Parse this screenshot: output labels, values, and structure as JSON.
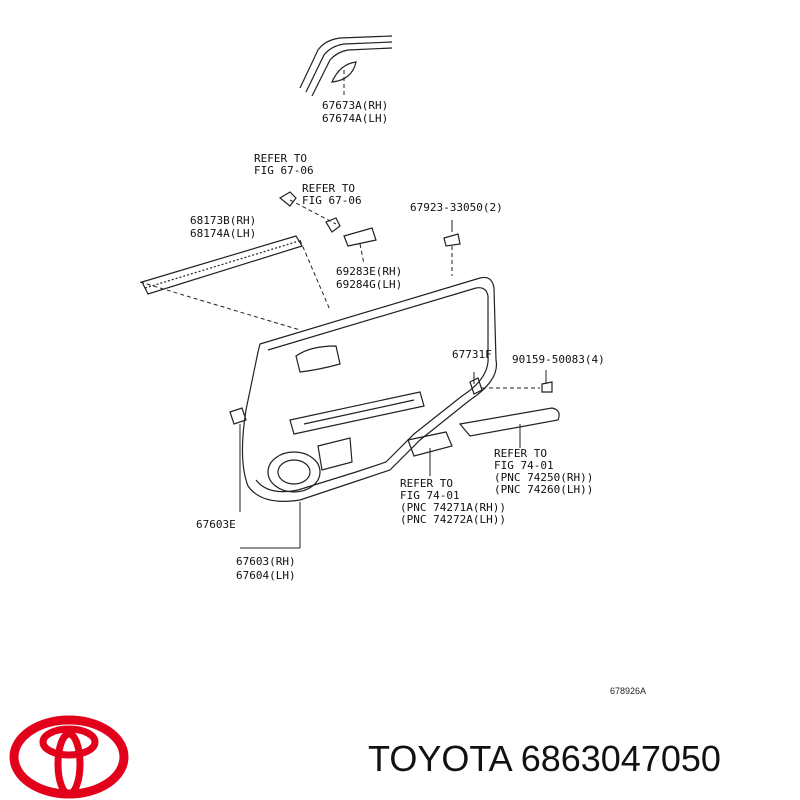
{
  "labels": {
    "molding_rh": "67673A(RH)",
    "molding_lh": "67674A(LH)",
    "ref1_line1": "REFER TO",
    "ref1_line2": "FIG 67-06",
    "ref2_line1": "REFER TO",
    "ref2_line2": "FIG 67-06",
    "weatherstrip_rh": "68173B(RH)",
    "weatherstrip_lh": "68174A(LH)",
    "clip_top": "67923-33050(2)",
    "handle_rh": "69283E(RH)",
    "handle_lh": "69284G(LH)",
    "bracket": "67731F",
    "screw": "90159-50083(4)",
    "ref3_line1": "REFER TO",
    "ref3_line2": "FIG 74-01",
    "ref3_line3": "(PNC 74250(RH))",
    "ref3_line4": "(PNC 74260(LH))",
    "ref4_line1": "REFER TO",
    "ref4_line2": "FIG 74-01",
    "ref4_line3": "(PNC 74271A(RH))",
    "ref4_line4": "(PNC 74272A(LH))",
    "clip_side": "67603E",
    "panel_rh": "67603(RH)",
    "panel_lh": "67604(LH)",
    "diagram_id": "678926A"
  },
  "brand": {
    "text": "TOYOTA 6863047050",
    "logo_icon": "toyota-logo-icon",
    "logo_color": "#e2001a"
  }
}
